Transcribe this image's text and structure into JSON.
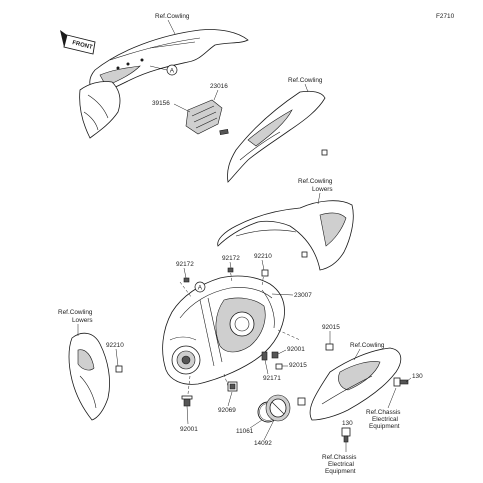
{
  "figure_code": "F2710",
  "front_badge": "FRONT",
  "ref_marker": "A",
  "labels": {
    "ref_cowling_top": "Ref.Cowling",
    "part_23016": "23016",
    "part_39156": "39156",
    "ref_cowling_mid": "Ref.Cowling",
    "ref_cowling_lowers_right_1": "Ref.Cowling",
    "ref_cowling_lowers_right_2": "Lowers",
    "part_92172_a": "92172",
    "part_92172_b": "92172",
    "part_92210_a": "92210",
    "part_23007": "23007",
    "ref_cowling_lowers_left_1": "Ref.Cowling",
    "ref_cowling_lowers_left_2": "Lowers",
    "part_92210_b": "92210",
    "part_92015_a": "92015",
    "ref_cowling_right": "Ref.Cowling",
    "part_92001_a": "92001",
    "part_92015_b": "92015",
    "part_92171": "92171",
    "part_130_a": "130",
    "ref_chassis_right_1": "Ref.Chassis",
    "ref_chassis_right_2": "Electrical",
    "ref_chassis_right_3": "Equipment",
    "part_92069": "92069",
    "part_130_b": "130",
    "part_92001_b": "92001",
    "part_11061": "11061",
    "part_14092": "14092",
    "ref_chassis_bottom_1": "Ref.Chassis",
    "ref_chassis_bottom_2": "Electrical",
    "ref_chassis_bottom_3": "Equipment"
  }
}
